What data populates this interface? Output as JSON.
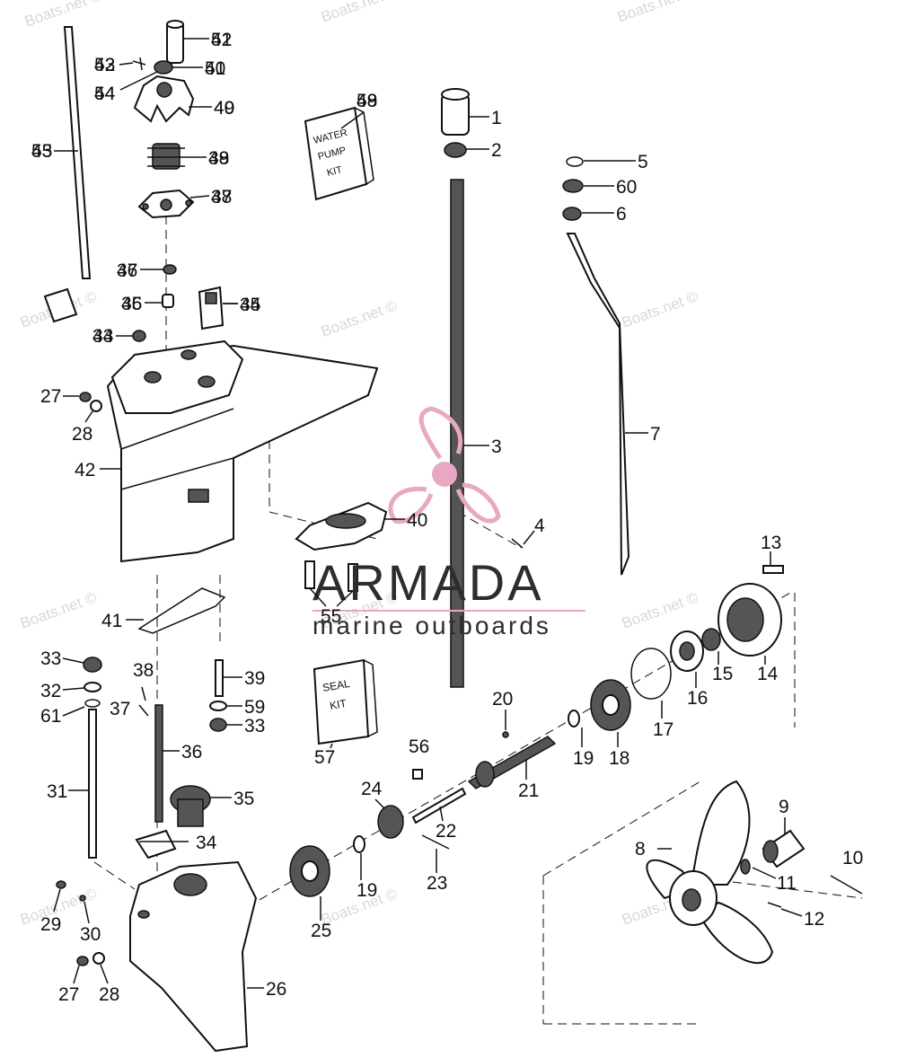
{
  "watermark": "Boats.net ©",
  "brand": {
    "name": "ARMADA",
    "tagline": "marine outboards",
    "logo_color": "#e8a8c4"
  },
  "kit_boxes": {
    "water_pump_kit_text": [
      "WATER",
      "PUMP",
      "KIT"
    ],
    "seal_kit_text": [
      "SEAL",
      "KIT"
    ]
  },
  "callouts": [
    "1",
    "2",
    "3",
    "4",
    "5",
    "60",
    "6",
    "7",
    "8",
    "9",
    "10",
    "11",
    "12",
    "13",
    "14",
    "15",
    "16",
    "17",
    "18",
    "19",
    "20",
    "21",
    "22",
    "23",
    "24",
    "25",
    "26",
    "27",
    "28",
    "29",
    "30",
    "31",
    "32",
    "33",
    "34",
    "35",
    "36",
    "37",
    "38",
    "39",
    "40",
    "41",
    "42",
    "43",
    "44",
    "45",
    "46",
    "47",
    "48",
    "49",
    "50",
    "51",
    "52",
    "53",
    "54",
    "55",
    "56",
    "57",
    "58",
    "59",
    "61",
    "27",
    "28",
    "33",
    "19"
  ]
}
